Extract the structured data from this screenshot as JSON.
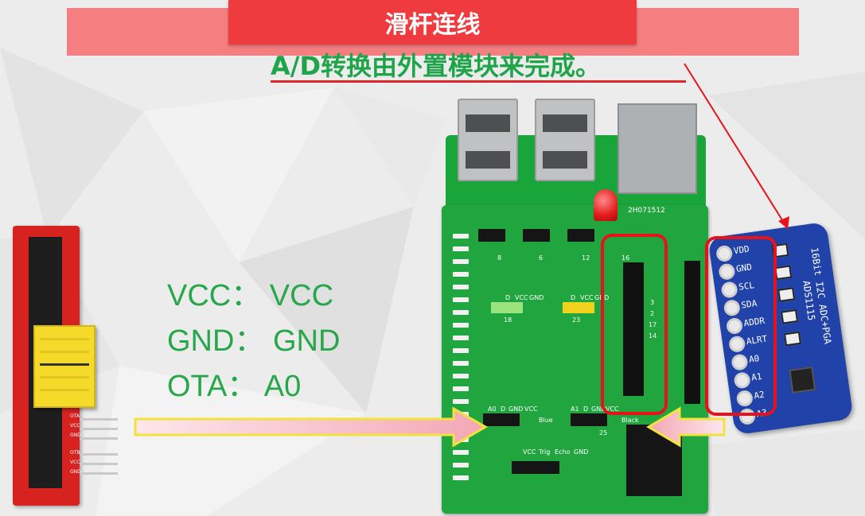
{
  "banner": {
    "title": "滑杆连线"
  },
  "subtitle": "A/D转换由外置模块来完成。",
  "mapping": [
    "VCC：  VCC",
    "GND：  GND",
    "OTA：  A0"
  ],
  "slider": {
    "pin_labels": [
      "OTA",
      "VCC",
      "GND",
      "OTB",
      "VCC",
      "GND"
    ]
  },
  "shield": {
    "silk_top": [
      "8",
      "6",
      "12",
      "16"
    ],
    "silk_mid_left": [
      "D",
      "VCC",
      "GND",
      "18"
    ],
    "silk_mid_right": [
      "D",
      "VCC",
      "GND",
      "23"
    ],
    "silk_right_nums": [
      "3",
      "2",
      "17",
      "14"
    ],
    "silk_bottom_left": [
      "A0",
      "D",
      "GND",
      "VCC",
      "Blue"
    ],
    "silk_bottom_right": [
      "A1",
      "D",
      "GND",
      "VCC",
      "25",
      "Black"
    ],
    "silk_bottom2": [
      "VCC",
      "Trig",
      "Echo",
      "GND"
    ],
    "serial": "2H071512"
  },
  "ads1115": {
    "pins": [
      "VDD",
      "GND",
      "SCL",
      "SDA",
      "ADDR",
      "ALRT",
      "A0",
      "A1",
      "A2",
      "A3"
    ],
    "title_line1": "16Bit I2C ADC+PGA",
    "title_line2": "ADS1115"
  },
  "colors": {
    "banner_center": "#ef3b3f",
    "banner_strip": "#f57f80",
    "subtitle_green": "#1fa44a",
    "mapping_green": "#27a74a",
    "highlight_red": "#e8121a"
  }
}
